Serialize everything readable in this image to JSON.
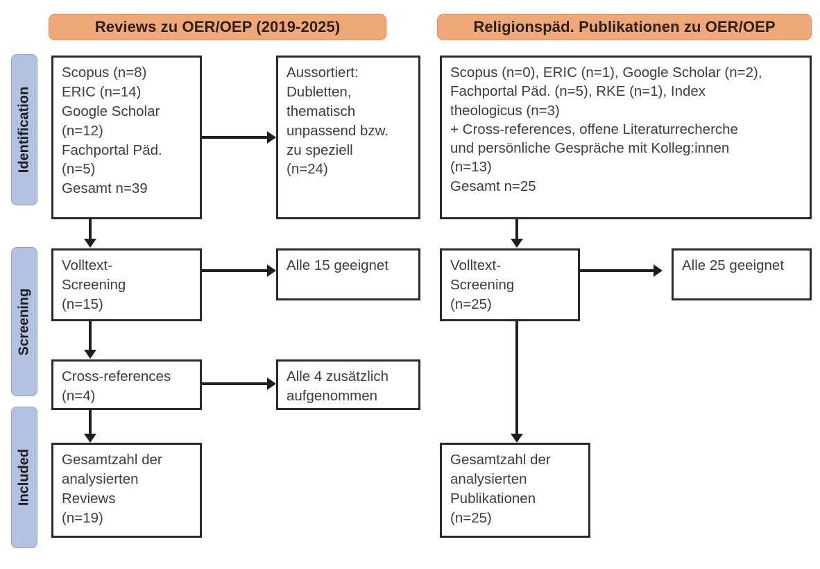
{
  "figure": {
    "type": "prisma-flow-diagram",
    "columns": [
      {
        "id": "reviews",
        "header": "Reviews zu OER/OEP (2019-2025)"
      },
      {
        "id": "religionspaed",
        "header": "Religionspäd. Publikationen zu OER/OEP"
      }
    ]
  },
  "phases": [
    {
      "id": "identification",
      "label": "Identification"
    },
    {
      "id": "screening",
      "label": "Screening"
    },
    {
      "id": "included",
      "label": "Included"
    }
  ],
  "left_column": {
    "sources_box": "Scopus (n=8)\nERIC (n=14)\nGoogle Scholar\n(n=12)\nFachportal Päd.\n(n=5)\nGesamt n=39",
    "excluded_box": "Aussortiert:\nDubletten,\nthematisch\nunpassend bzw.\nzu speziell\n(n=24)",
    "screening_box": "Volltext-\nScreening\n(n=15)",
    "screening_result_box": "Alle 15 geeignet",
    "crossref_box": "Cross-references\n(n=4)",
    "crossref_result_box": "Alle 4 zusätzlich\naufgenommen",
    "included_box": "Gesamtzahl der\nanalysierten\nReviews\n(n=19)"
  },
  "right_column": {
    "sources_box": "Scopus (n=0), ERIC (n=1), Google Scholar (n=2),\nFachportal Päd. (n=5), RKE (n=1), Index\ntheologicus (n=3)\n+ Cross-references, offene Literaturrecherche\nund persönliche Gespräche mit Kolleg:innen\n(n=13)\nGesamt n=25",
    "screening_box": "Volltext-\nScreening\n(n=25)",
    "screening_result_box": "Alle 25 geeignet",
    "included_box": "Gesamtzahl der\nanalysierten\nPublikationen\n(n=25)"
  },
  "colors": {
    "header_orange": "#efa878",
    "phase_blue": "#b2c2e0",
    "box_border": "#2b2b2b",
    "connector": "#1f1f1f",
    "text": "#3d3d3d",
    "background": "#ffffff"
  }
}
